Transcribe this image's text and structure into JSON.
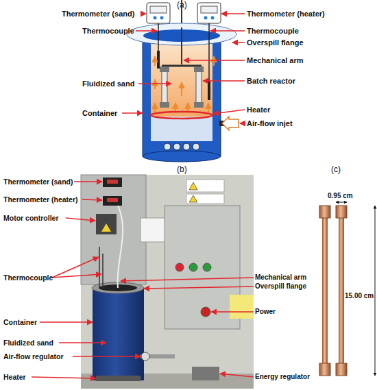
{
  "diagram": {
    "labels": [
      "(a)",
      "Thermometer (sand)",
      "Thermometer (heater)",
      "Thermocouple",
      "Thermocouple",
      "Overspill flange",
      "Mechanical arm",
      "Fluidized sand",
      "Batch reactor",
      "Container",
      "Heater",
      "Air-flow injet",
      "(b)",
      "Thermometer (sand)",
      "Thermometer (heater)",
      "Motor controller",
      "Thermocouple",
      "Mechanical arm",
      "Overspill flange",
      "Power",
      "Container",
      "Fluidized sand",
      "Air-flow regulator",
      "Heater",
      "Energy regulator",
      "(c)",
      "0.95 cm",
      "15.00 cm"
    ]
  }
}
